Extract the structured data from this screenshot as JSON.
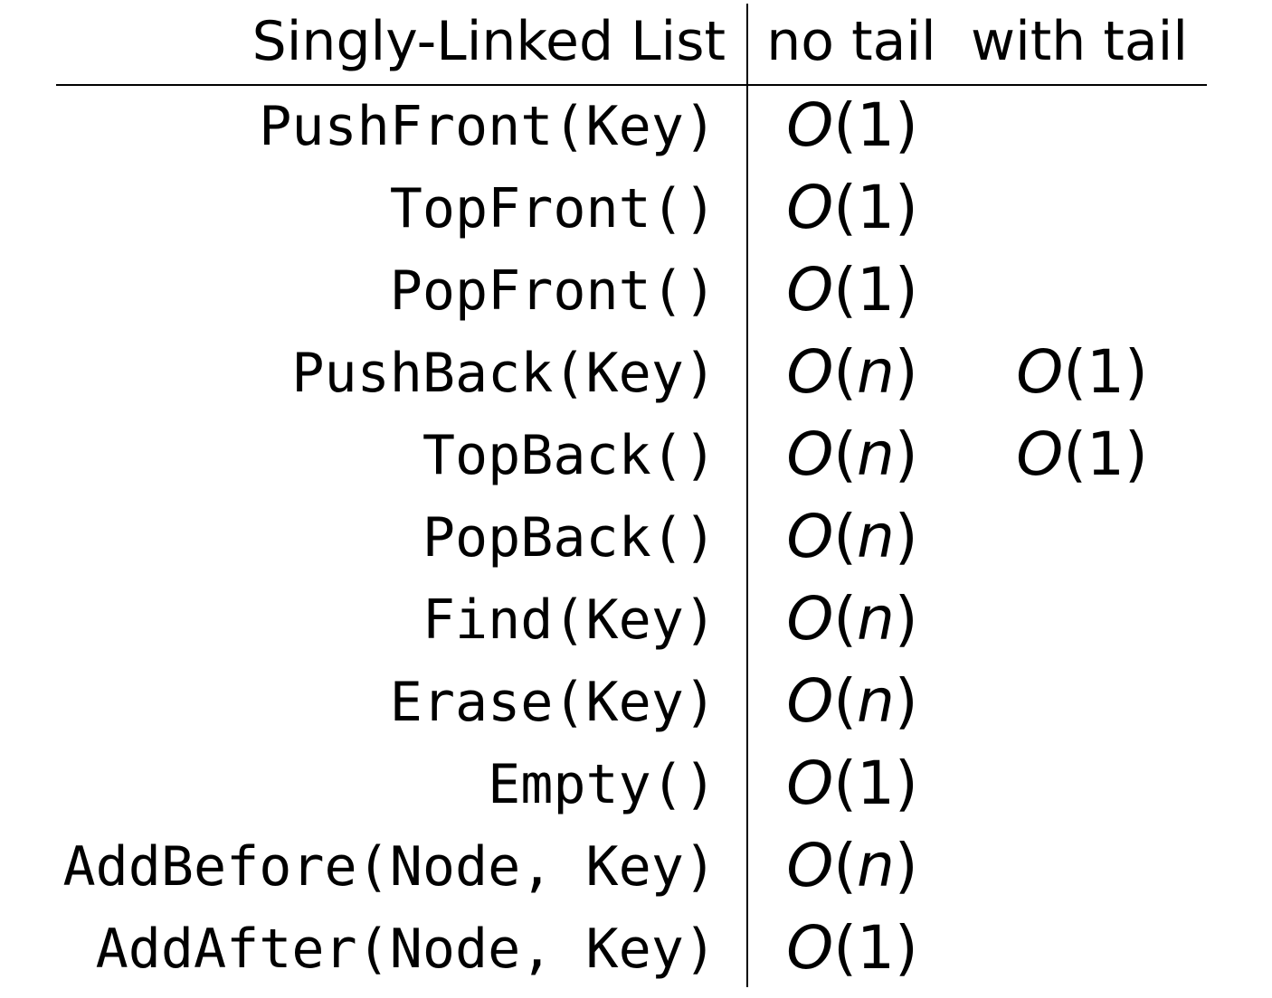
{
  "header": {
    "operation": "Singly-Linked List",
    "no_tail": "no tail",
    "with_tail": "with tail"
  },
  "rows": [
    {
      "operation": "PushFront(Key)",
      "no_tail": "1",
      "with_tail": ""
    },
    {
      "operation": "TopFront()",
      "no_tail": "1",
      "with_tail": ""
    },
    {
      "operation": "PopFront()",
      "no_tail": "1",
      "with_tail": ""
    },
    {
      "operation": "PushBack(Key)",
      "no_tail": "n",
      "with_tail": "1"
    },
    {
      "operation": "TopBack()",
      "no_tail": "n",
      "with_tail": "1"
    },
    {
      "operation": "PopBack()",
      "no_tail": "n",
      "with_tail": ""
    },
    {
      "operation": "Find(Key)",
      "no_tail": "n",
      "with_tail": ""
    },
    {
      "operation": "Erase(Key)",
      "no_tail": "n",
      "with_tail": ""
    },
    {
      "operation": "Empty()",
      "no_tail": "1",
      "with_tail": ""
    },
    {
      "operation": "AddBefore(Node, Key)",
      "no_tail": "n",
      "with_tail": ""
    },
    {
      "operation": "AddAfter(Node, Key)",
      "no_tail": "1",
      "with_tail": ""
    }
  ]
}
